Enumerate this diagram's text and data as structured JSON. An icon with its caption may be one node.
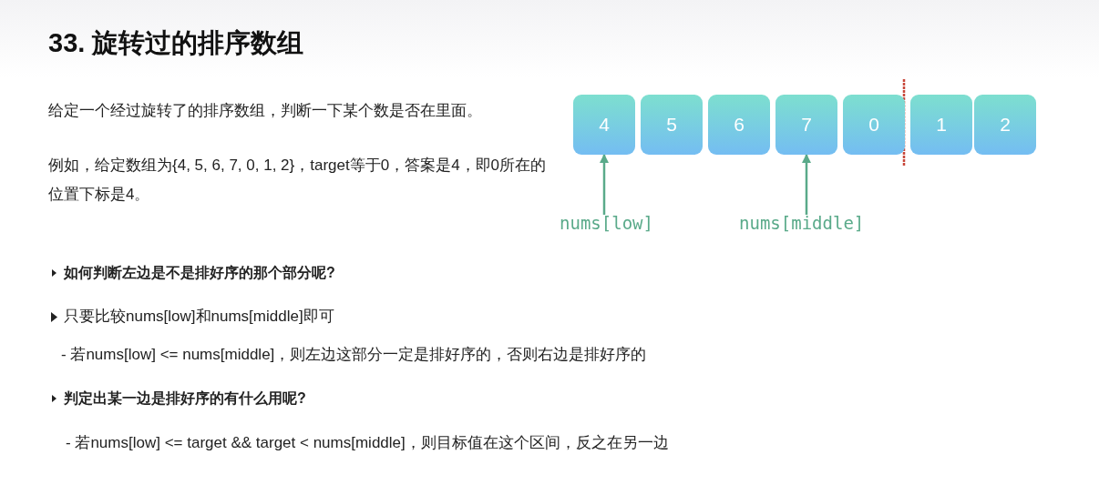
{
  "diagram": {
    "title": "33. 旋转过的排序数组",
    "nodes": [
      {
        "text": [
          "4"
        ]
      },
      {
        "text": [
          "5"
        ]
      },
      {
        "text": [
          "6"
        ]
      },
      {
        "text": [
          "7"
        ]
      },
      {
        "text": [
          "0"
        ]
      },
      {
        "text": [
          "1"
        ]
      },
      {
        "text": [
          "2"
        ]
      },
      {
        "text": [
          "nums[low]"
        ]
      },
      {
        "text": [
          "nums[middle]"
        ]
      }
    ],
    "edges": [
      {
        "from": 7,
        "to": 0,
        "arrow": "to"
      },
      {
        "from": 8,
        "to": 3,
        "arrow": "to"
      }
    ],
    "labels": [
      "给定一个经过旋转了的排序数组，判断一下某个数是否在里面。",
      "例如，给定数组为{4, 5, 6, 7, 0, 1, 2}，target等于0，答案是4，即0所在的位置下标是4。",
      "如何判断左边是不是排好序的那个部分呢?",
      "只要比较nums[low]和nums[middle]即可",
      "- 若nums[low] <= nums[middle]，则左边这部分一定是排好序的，否则右边是排好序的",
      "判定出某一边是排好序的有什么用呢?",
      "- 若nums[low] <= target && target < nums[middle]，则目标值在这个区间，反之在另一边"
    ]
  }
}
